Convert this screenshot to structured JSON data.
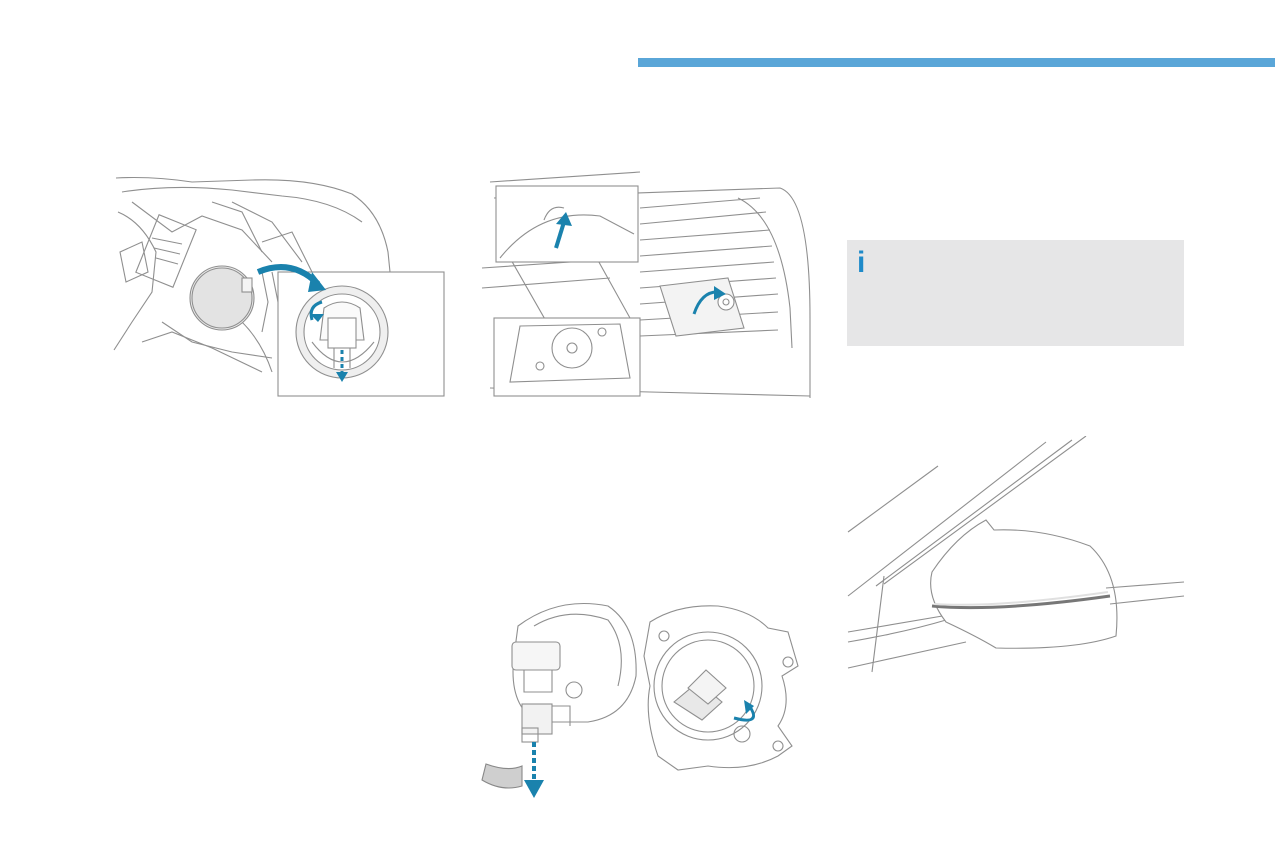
{
  "page": {
    "accent_color": "#5aa6d8",
    "arrow_color": "#1a82ad",
    "line_color": "#8a8a8a"
  },
  "figures": [
    {
      "id": "headlamp-bulb-access",
      "icon": "headlamp-cover-removal-illustration"
    },
    {
      "id": "front-grille-indicator",
      "icon": "front-grille-clip-illustration"
    },
    {
      "id": "fog-lamp-bulb",
      "icon": "fog-lamp-connector-illustration"
    },
    {
      "id": "door-mirror-repeater",
      "icon": "door-mirror-indicator-illustration"
    }
  ],
  "info_box": {
    "icon": "info-icon",
    "glyph": "i",
    "background": "#e6e6e7",
    "icon_color": "#1e8ac9"
  }
}
